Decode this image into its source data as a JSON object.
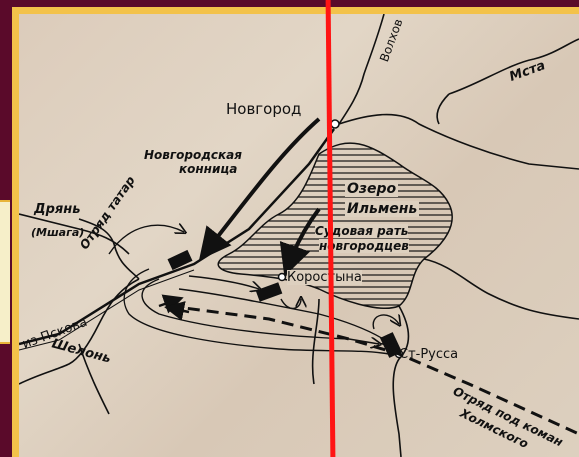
{
  "map": {
    "labels": {
      "novgorod": "Новгород",
      "volkhov": "Волхов",
      "msta": "Мста",
      "ozero": "Озеро",
      "ilmen": "Ильмень",
      "novgorod_cavalry_1": "Новгородская",
      "novgorod_cavalry_2": "конница",
      "sudovaya_rat_1": "Судовая рать",
      "sudovaya_rat_2": "новгородцев",
      "korostyna": "Коростына",
      "st_russa": "Ст-Русса",
      "dryan": "Дрянь",
      "mshaga": "(Мшага)",
      "otryad_tatar": "Отряд татар",
      "iz_pskova": "из Пскова",
      "shelon": "Шелонь",
      "otryad_pod_1": "Отряд под коман",
      "otryad_pod_2": "Холмского"
    },
    "colors": {
      "paper": "#ddd0bf",
      "ink": "#111111",
      "frame_gold": "#f3c24a",
      "frame_maroon": "#5a0a2a",
      "red_line": "#ff1414"
    }
  }
}
